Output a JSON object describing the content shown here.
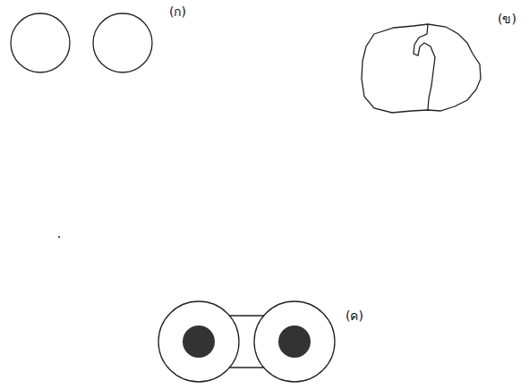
{
  "diagram": {
    "labels": [
      "(ก)",
      "(ข)",
      "(ค)"
    ]
  }
}
